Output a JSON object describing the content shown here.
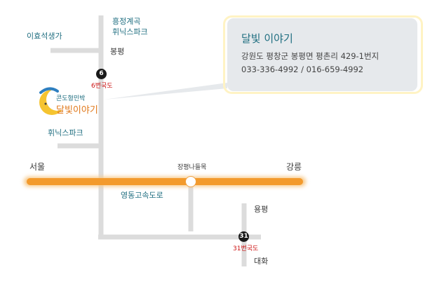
{
  "colors": {
    "road": "#dcdcdc",
    "highway": "#f39a2c",
    "highway_glow": "#f7c98a",
    "label_teal": "#1f6e80",
    "label_dark": "#3a3a3a",
    "route_red": "#cc1111",
    "callout_bg": "#e6e9ec",
    "callout_border": "#fff6cf"
  },
  "info": {
    "title": "달빛 이야기",
    "address": "강원도 평창군 봉평면 평촌리 429-1번지",
    "phone": "033-336-4992 / 016-659-4992"
  },
  "logo": {
    "line1": "콘도형민박",
    "line2": "달빛이야기",
    "icon": "crescent-moon-icon"
  },
  "labels": {
    "heungjeong": [
      "흥정계곡",
      "휘닉스파크"
    ],
    "ihyoseok": "이효석생가",
    "bongpyeong": "봉평",
    "route6_num": "6",
    "route6_name": "6번국도",
    "phoenix": "휘닉스파크",
    "seoul": "서울",
    "gangneung": "강릉",
    "jangpyeong_ic": "장평나들목",
    "expressway": "영동고속도로",
    "yongpyeong": "용평",
    "route31_num": "31",
    "route31_name": "31번국도",
    "daehwa": "대화"
  }
}
